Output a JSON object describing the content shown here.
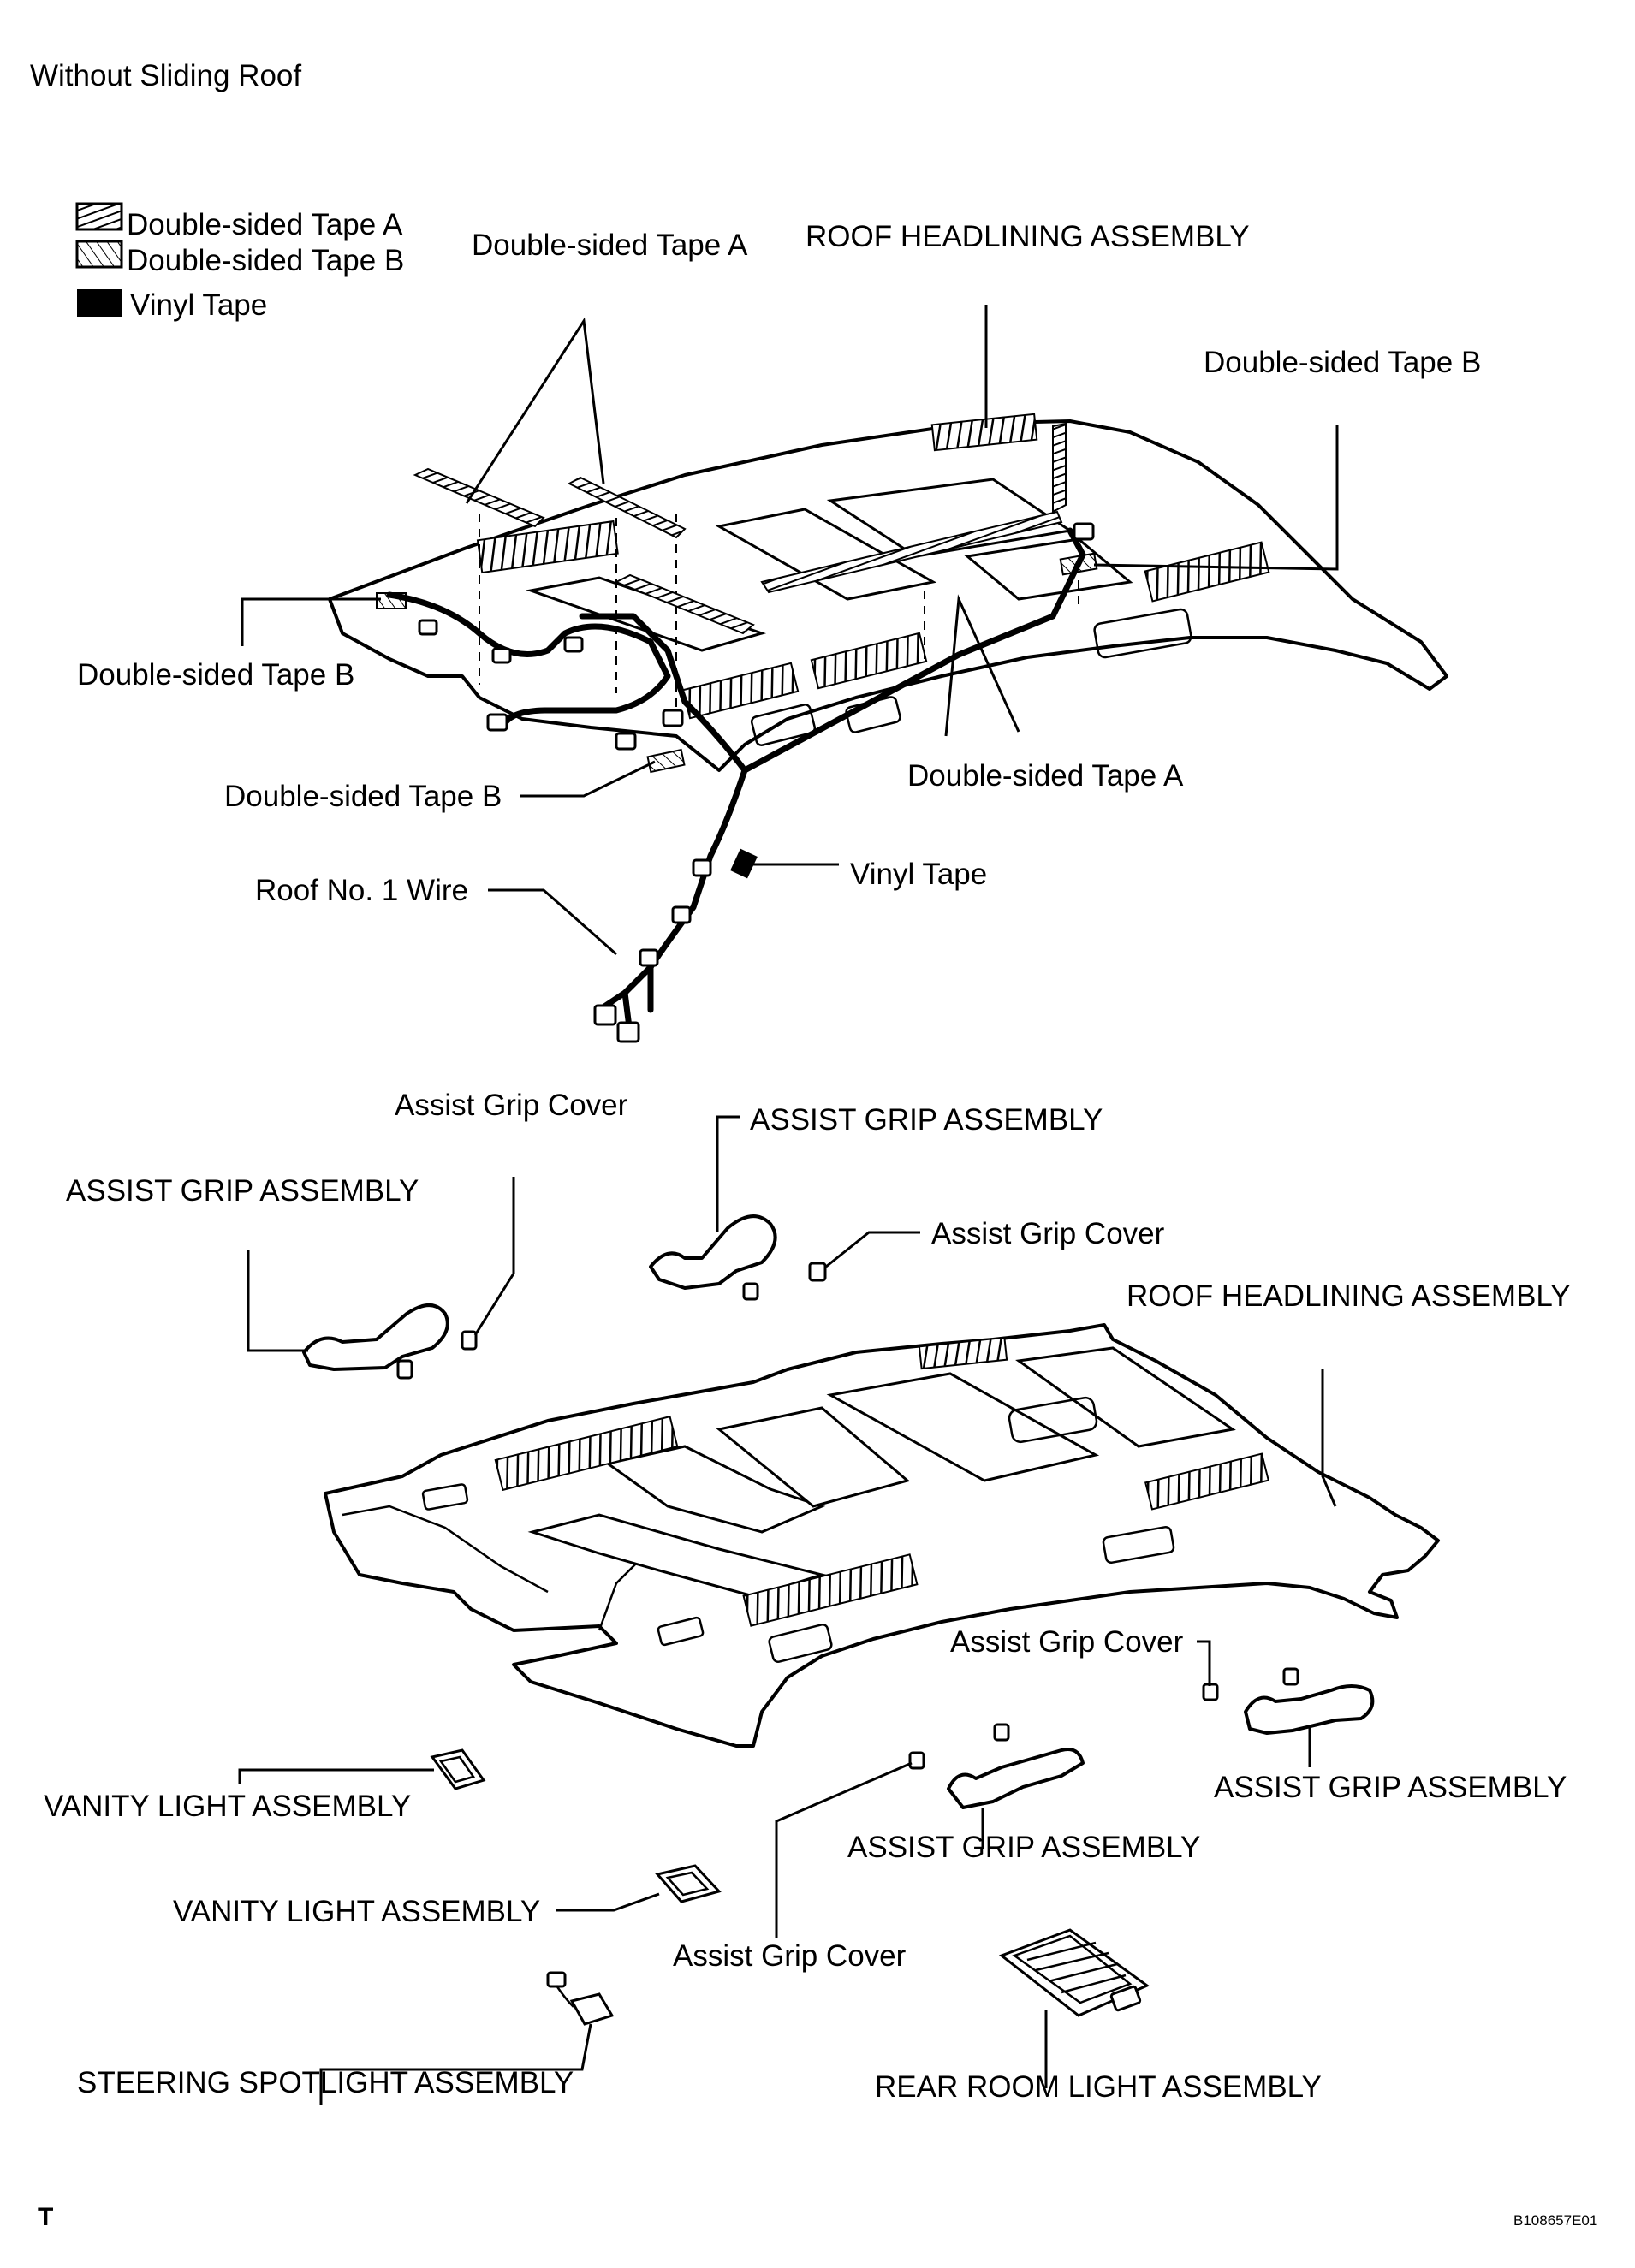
{
  "page_title": "Without Sliding Roof",
  "legend": [
    {
      "pattern": "tape-a-hatch",
      "label": "Double-sided Tape A"
    },
    {
      "pattern": "tape-b-hatch",
      "label": "Double-sided Tape B"
    },
    {
      "pattern": "vinyl-solid",
      "label": "Vinyl Tape"
    }
  ],
  "upper_labels": {
    "tape_a_top": "Double-sided Tape A",
    "headlining_top": "ROOF HEADLINING ASSEMBLY",
    "tape_b_right": "Double-sided Tape B",
    "tape_b_left": "Double-sided Tape B",
    "tape_a_mid": "Double-sided Tape A",
    "tape_b_lower": "Double-sided Tape B",
    "vinyl_tape": "Vinyl Tape",
    "roof_wire": "Roof No. 1 Wire"
  },
  "lower_labels": {
    "assist_grip_cover_top": "Assist Grip Cover",
    "assist_grip_asm_top": "ASSIST GRIP ASSEMBLY",
    "assist_grip_asm_left": "ASSIST GRIP ASSEMBLY",
    "assist_grip_cover_right": "Assist Grip Cover",
    "headlining_lower": "ROOF HEADLINING ASSEMBLY",
    "assist_grip_cover_mid": "Assist Grip Cover",
    "assist_grip_asm_right": "ASSIST GRIP ASSEMBLY",
    "vanity_light_1": "VANITY LIGHT ASSEMBLY",
    "assist_grip_asm_mid": "ASSIST GRIP ASSEMBLY",
    "vanity_light_2": "VANITY LIGHT ASSEMBLY",
    "assist_grip_cover_bottom": "Assist Grip Cover",
    "steering_spotlight": "STEERING SPOTLIGHT ASSEMBLY",
    "rear_room_light": "REAR ROOM LIGHT ASSEMBLY"
  },
  "footer": {
    "corner_mark": "T",
    "figure_code": "B108657E01"
  }
}
